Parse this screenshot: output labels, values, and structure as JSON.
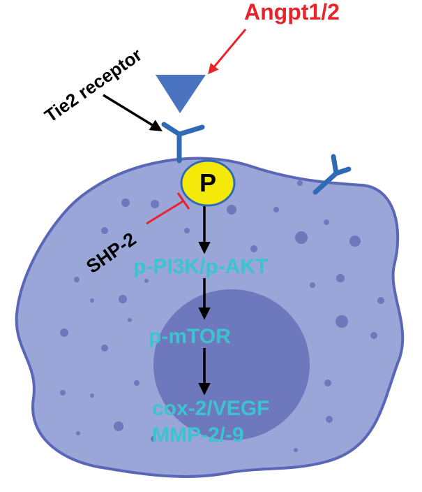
{
  "labels": {
    "ligand": "Angpt1/2",
    "receptor": "Tie2 receptor",
    "phospho": "P",
    "inhibitor": "SHP-2",
    "step1": "p-PI3K/p-AKT",
    "step2": "p-mTOR",
    "step3a": "cox-2/VEGF",
    "step3b": "MMP-2/-9"
  },
  "colors": {
    "cell_fill": "#9aa6d8",
    "cell_border": "#5a66b8",
    "nucleus": "#6d78bd",
    "receptor": "#2f6bb5",
    "ligand": "#4a74c0",
    "phospho_fill": "#f5e90a",
    "ligand_label": "#e8242a",
    "pathway_text": "#3bc4d0",
    "arrow": "#000000",
    "inhibit": "#e8242a"
  }
}
